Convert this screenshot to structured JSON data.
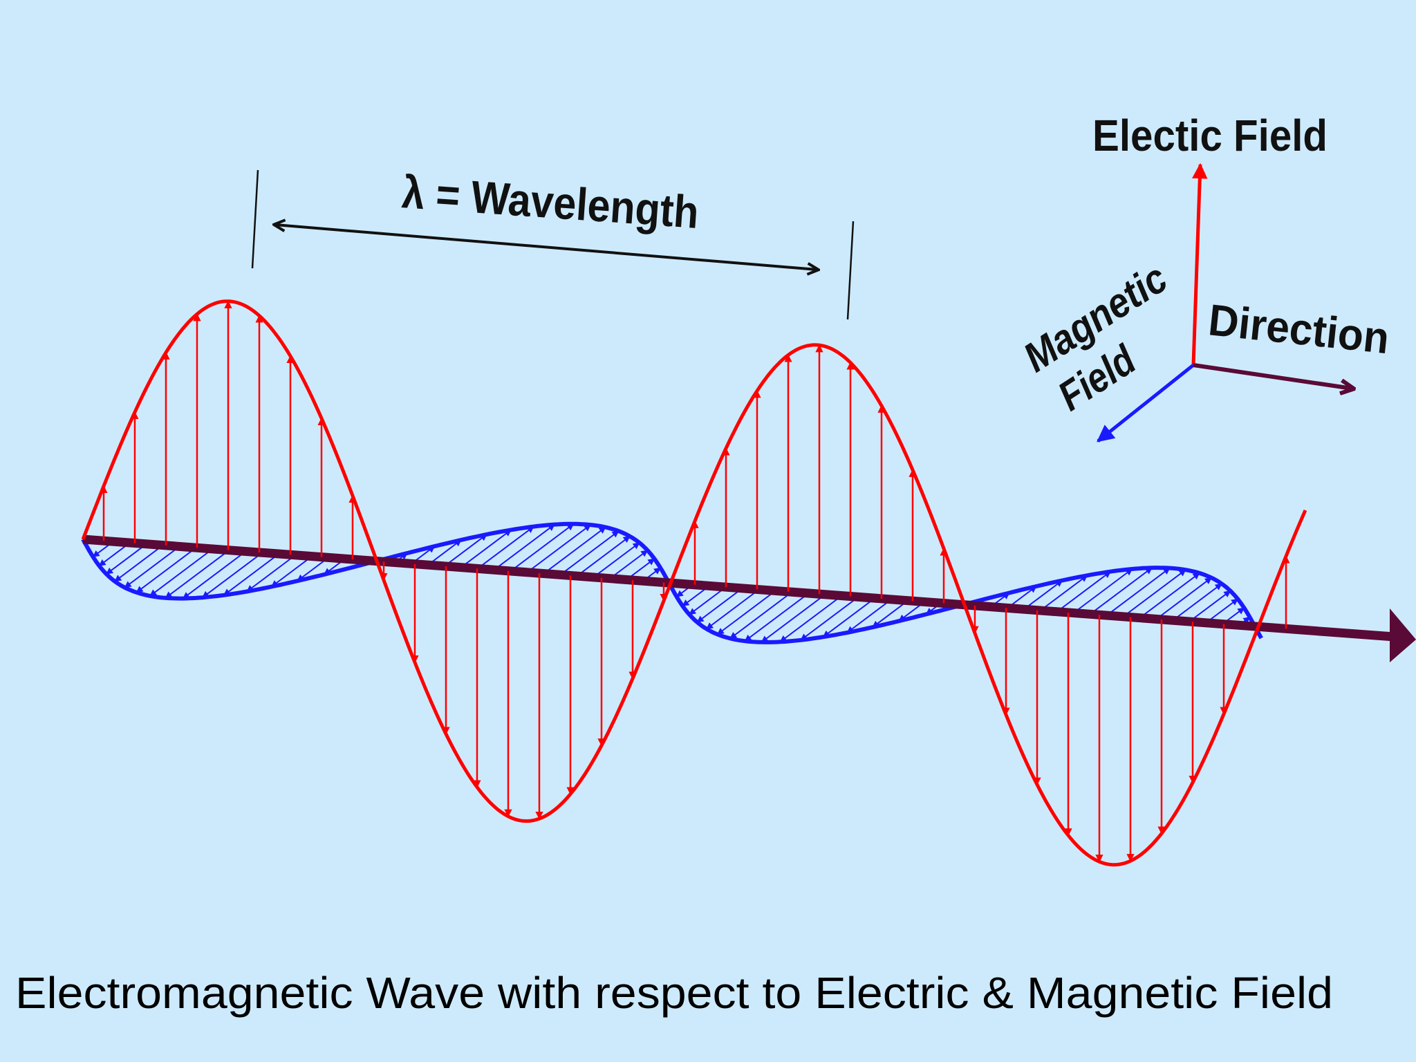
{
  "labels": {
    "wavelength": "λ = Wavelength",
    "electric_field": "Electic Field",
    "magnetic": "Magnetic",
    "field": "Field",
    "direction": "Direction"
  },
  "caption": "Electromagnetic Wave with respect to Electric & Magnetic Field",
  "colors": {
    "background": "#cdeafc",
    "electric": "#ff0000",
    "magnetic": "#1a1aff",
    "axis": "#5a0a36",
    "text": "#111111"
  },
  "icons": {
    "propagation_axis": "arrow-right-icon",
    "wavelength_arrow": "double-arrow-icon",
    "electric_axis": "arrow-up-icon",
    "magnetic_axis": "arrow-down-left-icon",
    "direction_axis": "arrow-right-icon"
  }
}
